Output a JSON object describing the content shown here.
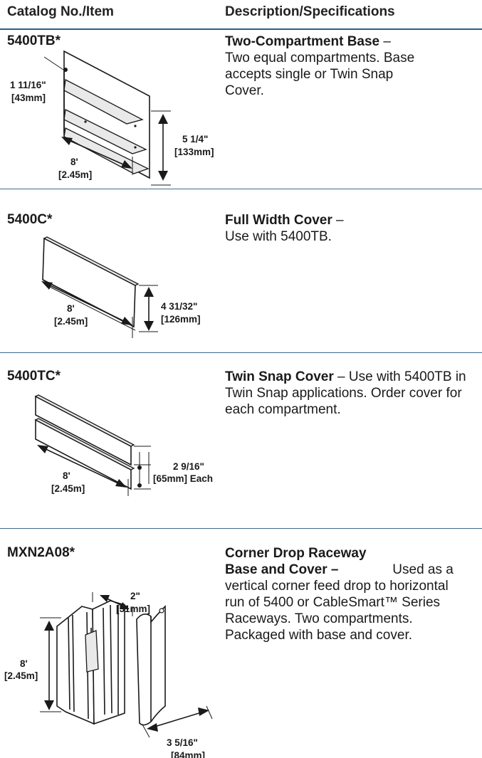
{
  "header": {
    "col1": "Catalog No./Item",
    "col2": "Description/Specifications"
  },
  "items": [
    {
      "catalog_no": "5400TB*",
      "title": "Two-Compartment Base",
      "title_suffix": " –",
      "body": "Two equal compartments. Base accepts  single or Twin Snap Cover.",
      "dims": {
        "depth_in": "1 11/16\"",
        "depth_mm": "[43mm]",
        "height_in": "5 1/4\"",
        "height_mm": "[133mm]",
        "length_ft": "8'",
        "length_m": "[2.45m]"
      }
    },
    {
      "catalog_no": "5400C*",
      "title": "Full Width Cover",
      "title_suffix": "  –",
      "body": " Use with 5400TB.",
      "dims": {
        "height_in": "4 31/32\"",
        "height_mm": "[126mm]",
        "length_ft": "8'",
        "length_m": "[2.45m]"
      }
    },
    {
      "catalog_no": "5400TC*",
      "title": "Twin Snap Cover",
      "title_suffix": " –",
      "body": " Use with 5400TB in Twin Snap applications. Order cover for each compartment.",
      "dims": {
        "height_in": "2 9/16\"",
        "height_mm": "[65mm] Each",
        "length_ft": "8'",
        "length_m": "[2.45m]"
      }
    },
    {
      "catalog_no": "MXN2A08*",
      "title": "Corner Drop Raceway Base and Cover –",
      "body": " Used as a vertical corner feed drop to horizontal run of 5400 or CableSmart™ Series Raceways. Two compartments. Packaged with base and cover.",
      "dims": {
        "width_in": "2\"",
        "width_mm": "[51mm]",
        "length_ft": "8'",
        "length_m": "[2.45m]",
        "cover_in": "3 5/16\"",
        "cover_mm": "[84mm]"
      }
    }
  ]
}
